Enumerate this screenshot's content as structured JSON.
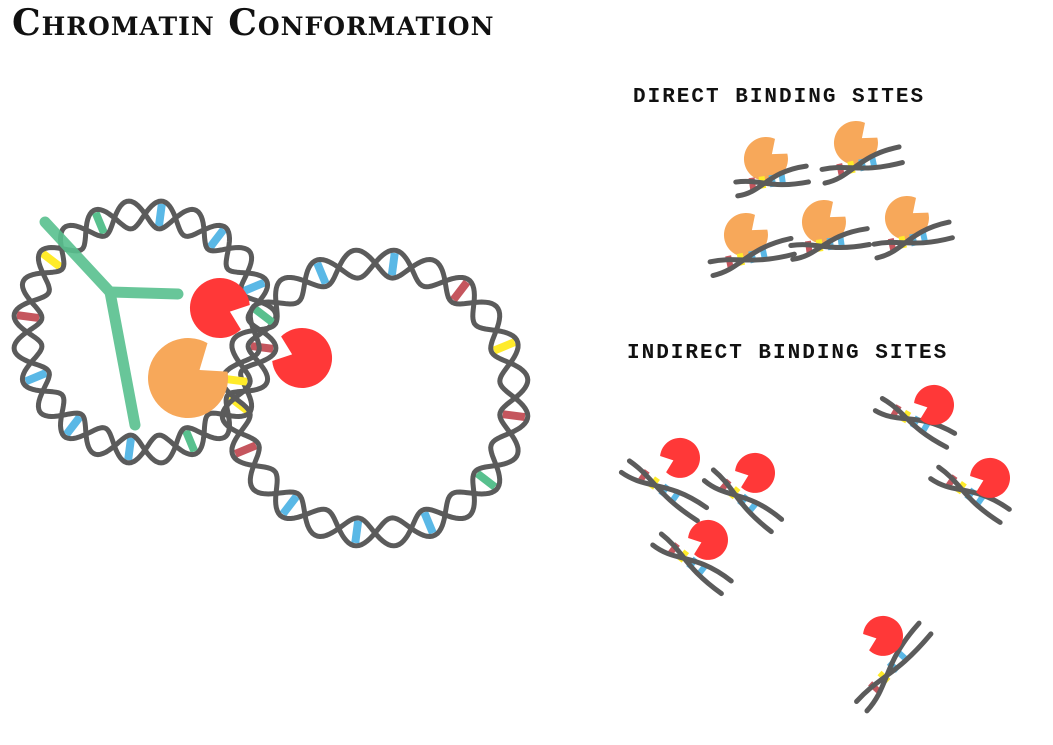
{
  "title": "Chromatin Conformation",
  "labels": {
    "direct": "DIRECT BINDING SITES",
    "indirect": "INDIRECT BINDING SITES"
  },
  "colors": {
    "dna": "#5b5b5b",
    "base_blue": "#5ab8e6",
    "base_red": "#c5565e",
    "base_yellow": "#ffeb2a",
    "base_green": "#58c08e",
    "protein_orange": "#f7a85a",
    "protein_red": "#ff3838",
    "antibody": "#58c08e"
  }
}
